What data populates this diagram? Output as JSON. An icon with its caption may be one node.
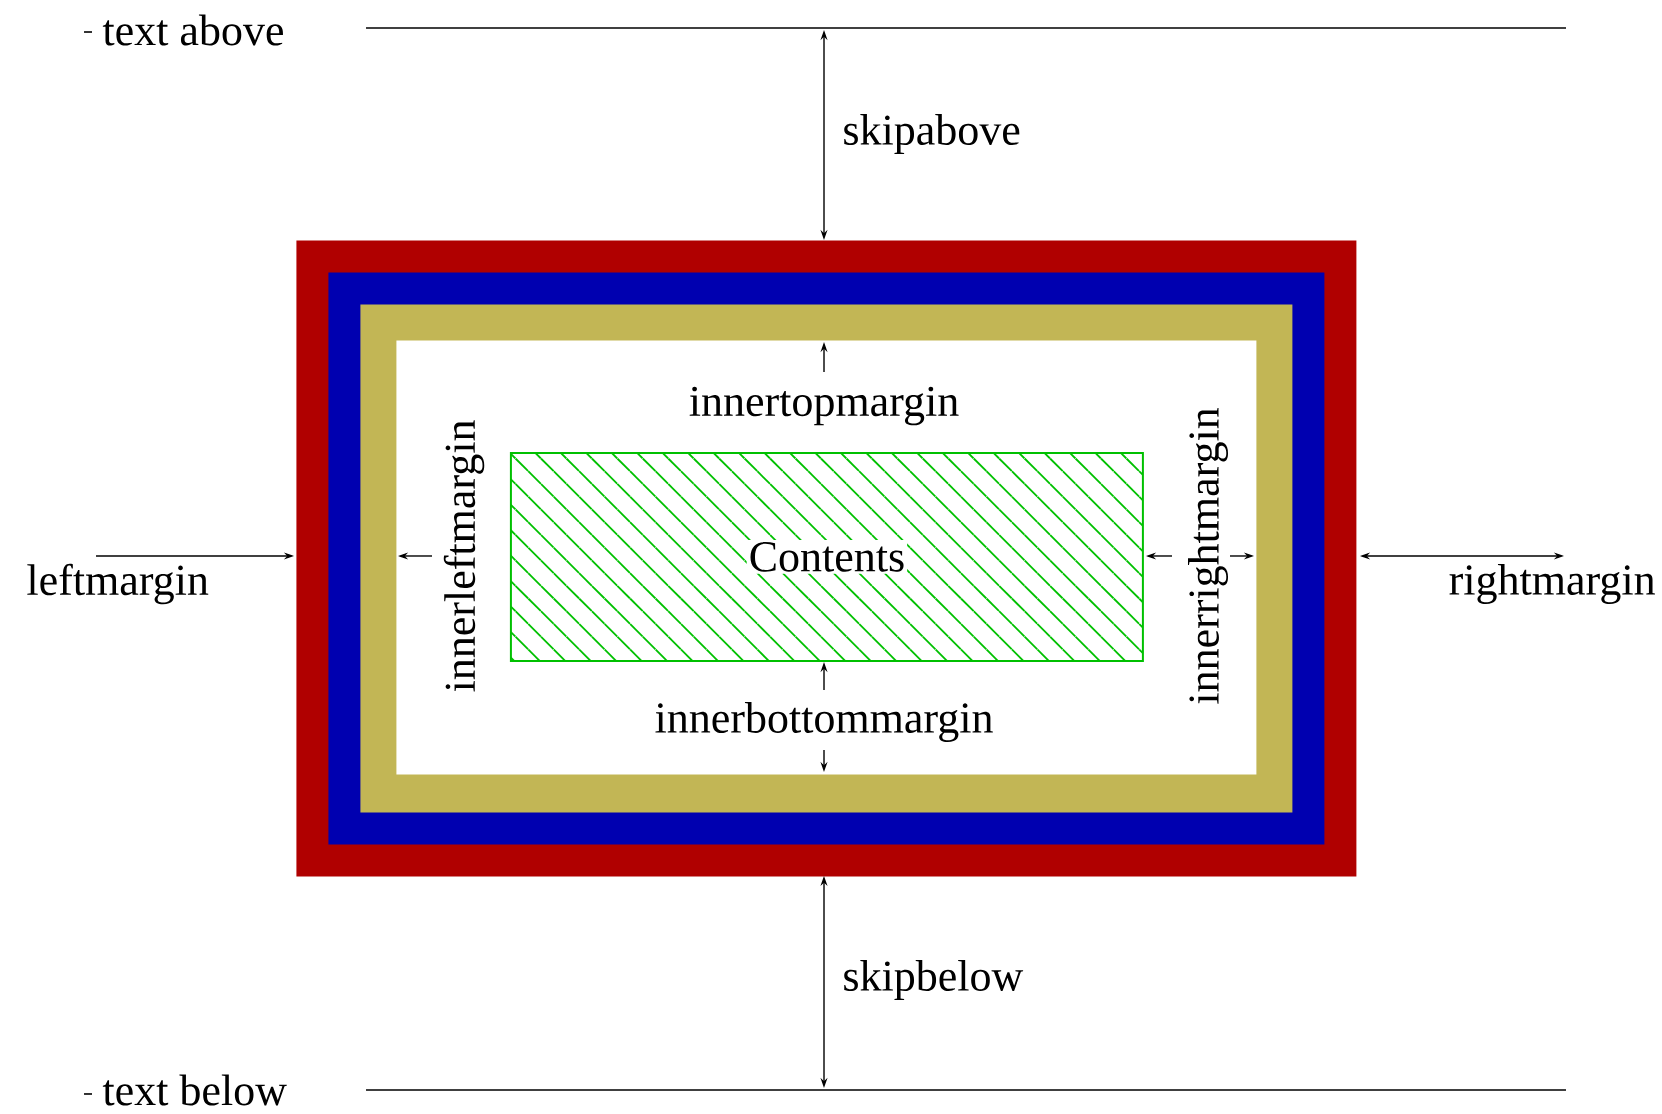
{
  "diagram": {
    "nodes": [
      {
        "text": [],
        "shape": "box"
      },
      {
        "text": [],
        "shape": "box",
        "in": 0
      },
      {
        "text": [],
        "shape": "box",
        "in": 1
      },
      {
        "text": [],
        "shape": "box",
        "in": 2
      },
      {
        "text": [
          "Contents"
        ],
        "in": 3
      }
    ],
    "labels": [
      "text above",
      "skipabove",
      "innertopmargin",
      "innerleftmargin",
      "leftmargin",
      "innerrightmargin",
      "rightmargin",
      "innerbottommargin",
      "skipbelow",
      "text below"
    ]
  }
}
